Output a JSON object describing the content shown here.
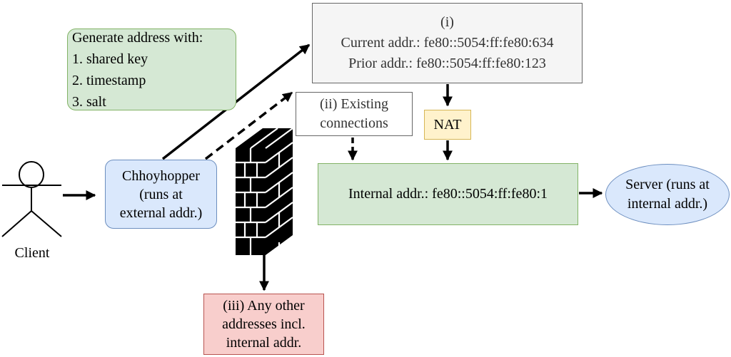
{
  "generate_box": {
    "heading": "Generate address with:",
    "items": [
      "1. shared key",
      "2. timestamp",
      "3. salt"
    ]
  },
  "addresses_box": {
    "label": "(i)",
    "current": "Current addr.: fe80::5054:ff:fe80:634",
    "prior": "Prior addr.: fe80::5054:ff:fe80:123"
  },
  "existing_box": {
    "line1": "(ii) Existing",
    "line2": "connections"
  },
  "nat_box": {
    "label": "NAT"
  },
  "internal_box": {
    "label": "Internal addr.: fe80::5054:ff:fe80:1"
  },
  "chhoyhopper_box": {
    "line1": "Chhoyhopper",
    "line2": "(runs at",
    "line3": "external addr.)"
  },
  "server_box": {
    "line1": "Server (runs at",
    "line2": "internal addr.)"
  },
  "other_box": {
    "line1": "(iii) Any other",
    "line2": "addresses incl.",
    "line3": "internal addr."
  },
  "client": {
    "label": "Client"
  }
}
